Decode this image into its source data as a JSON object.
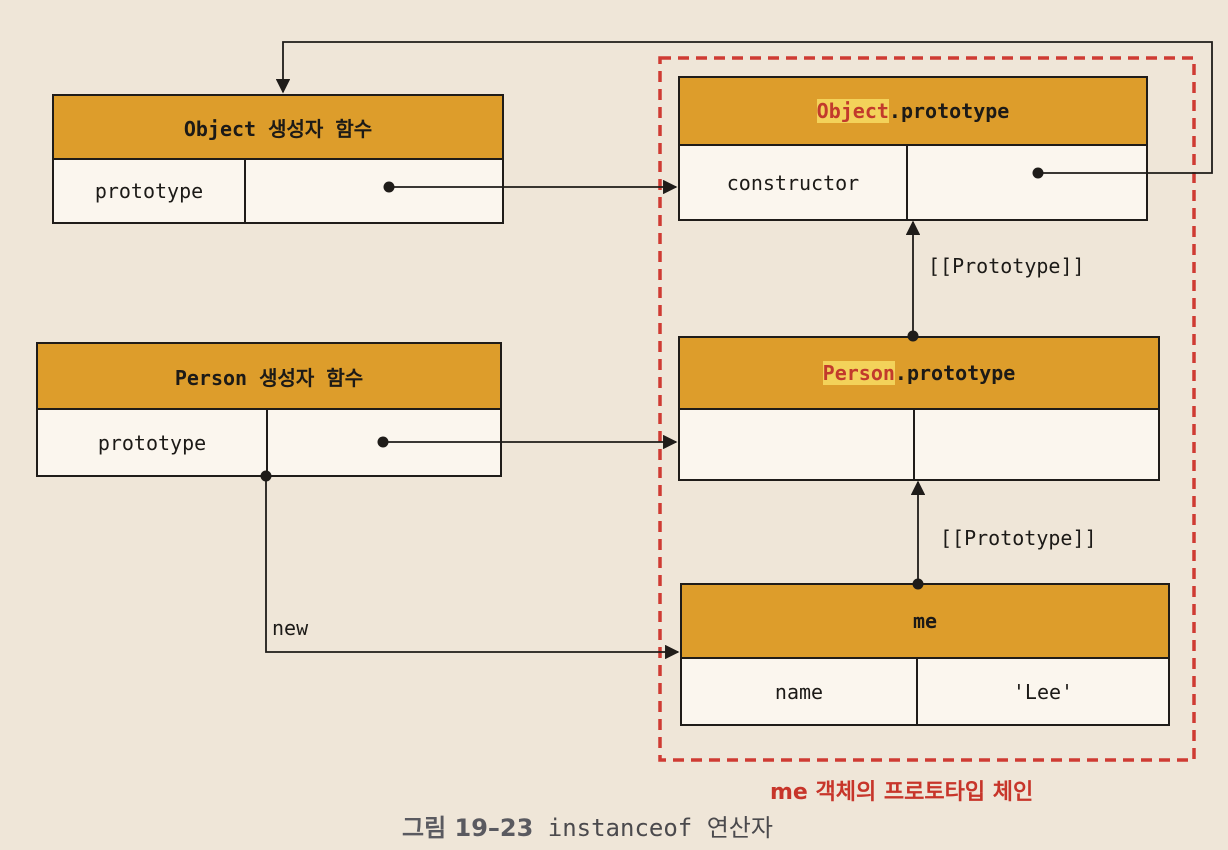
{
  "object_ctor": {
    "title": "Object 생성자 함수",
    "prop_label": "prototype"
  },
  "person_ctor": {
    "title": "Person 생성자 함수",
    "prop_label": "prototype"
  },
  "object_proto": {
    "title_highlight": "Object",
    "title_rest": ".prototype",
    "prop_label": "constructor"
  },
  "person_proto": {
    "title_highlight": "Person",
    "title_rest": ".prototype"
  },
  "me": {
    "title": "me",
    "prop_name": "name",
    "prop_value": "'Lee'"
  },
  "edges": {
    "proto_link_upper": "[[Prototype]]",
    "proto_link_lower": "[[Prototype]]",
    "new_label": "new"
  },
  "chain_label": "me 객체의 프로토타입 체인",
  "caption": {
    "number": "그림 19–23",
    "text": " instanceof 연산자"
  },
  "colors": {
    "header": "#dd9d2b",
    "chain_border": "#cf3b33",
    "highlight_text": "#c23a2c",
    "highlight_bg": "#f3d25a"
  }
}
